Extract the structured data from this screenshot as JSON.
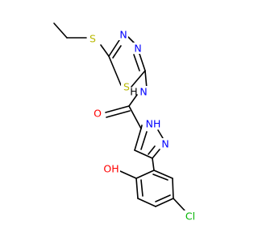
{
  "colors": {
    "background": "#ffffff",
    "bond": "#000000",
    "carbon": "#000000",
    "nitrogen": "#0000ff",
    "oxygen": "#ff0000",
    "sulfur": "#b8b800",
    "chlorine": "#00b400"
  },
  "atoms": {
    "s_thioether": "S",
    "n_thiadiazole_a": "N",
    "n_thiadiazole_b": "N",
    "s_ring": "S",
    "n_amide": "N",
    "h_amide": "H",
    "o_carbonyl": "O",
    "nh_pyrazole": "NH",
    "n_pyrazole": "N",
    "o_hydroxyl": "OH",
    "cl_substituent": "Cl"
  }
}
